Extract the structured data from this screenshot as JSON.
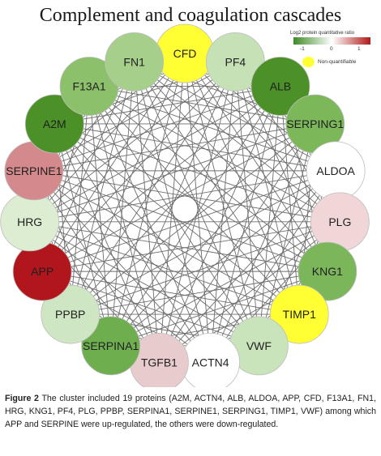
{
  "title": "Complement and coagulation cascades",
  "legend": {
    "title": "Log2 protein quantitative ratio",
    "ticks": [
      "-1",
      "0",
      "1"
    ],
    "nonquant_label": "Non-quantifiable",
    "colors": {
      "low": "#3e8a26",
      "mid": "#ffffff",
      "high": "#b01a1a",
      "nonquant": "#ffff33"
    }
  },
  "nodes": [
    {
      "name": "CFD",
      "color": "#ffff33"
    },
    {
      "name": "PF4",
      "color": "#c5e1b5"
    },
    {
      "name": "ALB",
      "color": "#4c9127"
    },
    {
      "name": "SERPING1",
      "color": "#7cb759"
    },
    {
      "name": "ALDOA",
      "color": "#ffffff"
    },
    {
      "name": "PLG",
      "color": "#f0d6d7"
    },
    {
      "name": "KNG1",
      "color": "#7bb65a"
    },
    {
      "name": "TIMP1",
      "color": "#ffff33"
    },
    {
      "name": "VWF",
      "color": "#c9e3bb"
    },
    {
      "name": "ACTN4",
      "color": "#ffffff"
    },
    {
      "name": "TGFB1",
      "color": "#e8cbcc"
    },
    {
      "name": "SERPINA1",
      "color": "#6fae4f"
    },
    {
      "name": "PPBP",
      "color": "#cfe6c2"
    },
    {
      "name": "APP",
      "color": "#b2161d"
    },
    {
      "name": "HRG",
      "color": "#dcedd2"
    },
    {
      "name": "SERPINE1",
      "color": "#d48a8c"
    },
    {
      "name": "A2M",
      "color": "#4c9127"
    },
    {
      "name": "F13A1",
      "color": "#8cc06b"
    },
    {
      "name": "FN1",
      "color": "#a6cf8c"
    }
  ],
  "caption": {
    "label": "Figure 2",
    "text": " The cluster included 19 proteins (A2M, ACTN4, ALB, ALDOA, APP, CFD, F13A1, FN1, HRG, KNG1, PF4, PLG, PPBP, SERPINA1, SERPINE1, SERPING1, TIMP1, VWF) among which APP and SERPINE were up-regulated, the others were down-regulated."
  }
}
